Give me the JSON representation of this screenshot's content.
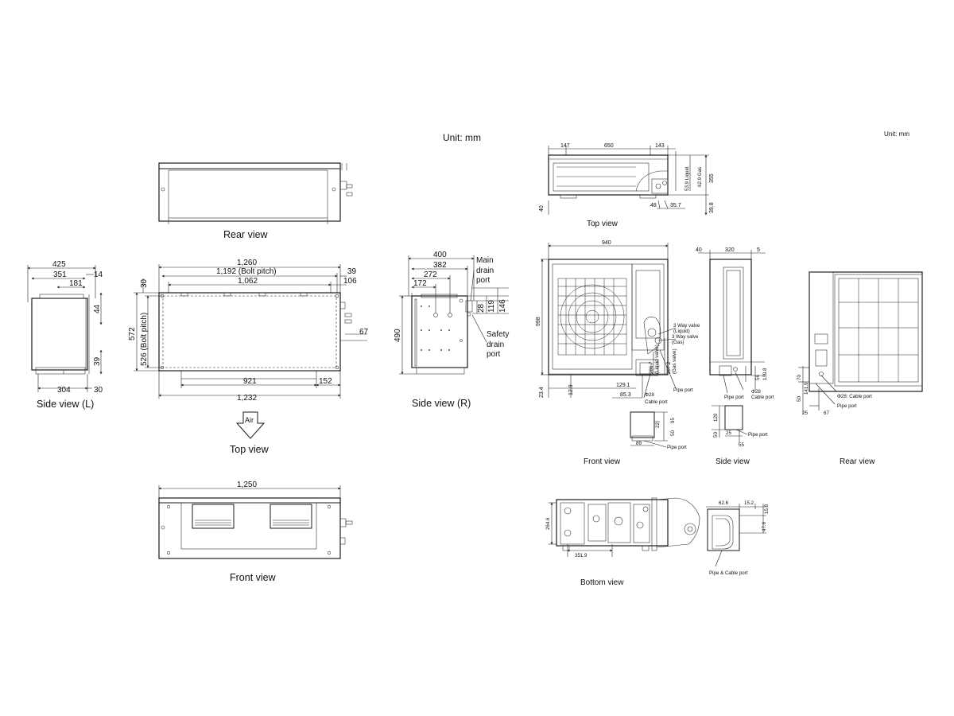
{
  "unit_left": "Unit: mm",
  "unit_right": "Unit: mm",
  "indoor": {
    "rear_view": {
      "title": "Rear view"
    },
    "side_view_l": {
      "title": "Side view (L)",
      "dims": {
        "d425": "425",
        "d351": "351",
        "d181": "181",
        "d14": "14",
        "d44": "44",
        "d39": "39",
        "d304": "304",
        "d30": "30"
      }
    },
    "top_view": {
      "title": "Top view",
      "air_label": "Air",
      "dims": {
        "d1260": "1,260",
        "d1192": "1,192 (Bolt pitch)",
        "d1062": "1,062",
        "d39": "39",
        "d106": "106",
        "d30": "30",
        "d572": "572",
        "d526": "526 (Bolt pitch)",
        "d67": "67",
        "d921": "921",
        "d152": "152",
        "d1232": "1,232"
      }
    },
    "side_view_r": {
      "title": "Side view (R)",
      "dims": {
        "d400": "400",
        "d382": "382",
        "d272": "272",
        "d172": "172",
        "d490": "490",
        "d28": "28",
        "d119": "119",
        "d146": "146"
      },
      "labels": {
        "main_drain_1": "Main",
        "main_drain_2": "drain",
        "main_drain_3": "port",
        "safety_1": "Safety",
        "safety_2": "drain",
        "safety_3": "port"
      }
    },
    "front_view": {
      "title": "Front view",
      "dims": {
        "d1250": "1,250"
      }
    }
  },
  "outdoor": {
    "top_view": {
      "title": "Top view",
      "dims": {
        "d147": "147",
        "d650": "650",
        "d143": "143",
        "d40": "40",
        "d48": "48",
        "d35_7": "35.7",
        "d39_8": "39.8",
        "d355": "355",
        "liquid": "53.9 Liquid",
        "gas": "62.9 Gas"
      }
    },
    "front_view": {
      "title": "Front view",
      "dims": {
        "d940": "940",
        "d998": "998",
        "d23_4": "23.4",
        "d12_9": "12.9",
        "d129_1": "129.1",
        "d85_3": "85.3",
        "d286_7": "286.7",
        "d297_2": "297.2",
        "liquid_valve": "(Liquid valve)",
        "gas_valve": "(Gas valve)",
        "d22": "22",
        "d95": "95",
        "d50": "50",
        "d89": "89"
      },
      "labels": {
        "valve_liquid_1": "3 Way valve",
        "valve_liquid_2": "(Liquid)",
        "valve_gas_1": "3 Way valve",
        "valve_gas_2": "(Gas)",
        "pipe_port": "Pipe port",
        "pipe_port_2": "Pipe port",
        "cable_port": "Cable port",
        "phi28": "Φ28"
      }
    },
    "side_view": {
      "title": "Side view",
      "dims": {
        "d40": "40",
        "d320": "320",
        "d5": "5",
        "d56": "56",
        "d139_8": "139.8",
        "d120": "120",
        "d50": "50",
        "d25": "25",
        "d55": "55"
      },
      "labels": {
        "pipe_port": "Pipe port",
        "pipe_port_2": "Pipe port",
        "cable_port": "Cable port",
        "phi28": "Φ28"
      }
    },
    "rear_view": {
      "title": "Rear view",
      "dims": {
        "d70": "70",
        "d141_9": "141.9",
        "d50": "50",
        "d25": "25",
        "d67": "67"
      },
      "labels": {
        "cable_port": "Φ28: Cable port",
        "pipe_port": "Pipe port"
      }
    },
    "bottom_view": {
      "title": "Bottom view",
      "dims": {
        "d264_6": "264.6",
        "d351_9": "351.9",
        "d62_6": "62.6",
        "d15_2": "15.2",
        "d15_8": "15.8",
        "d47_6": "47.6"
      },
      "labels": {
        "pipe_cable_port": "Pipe & Cable port"
      }
    }
  }
}
